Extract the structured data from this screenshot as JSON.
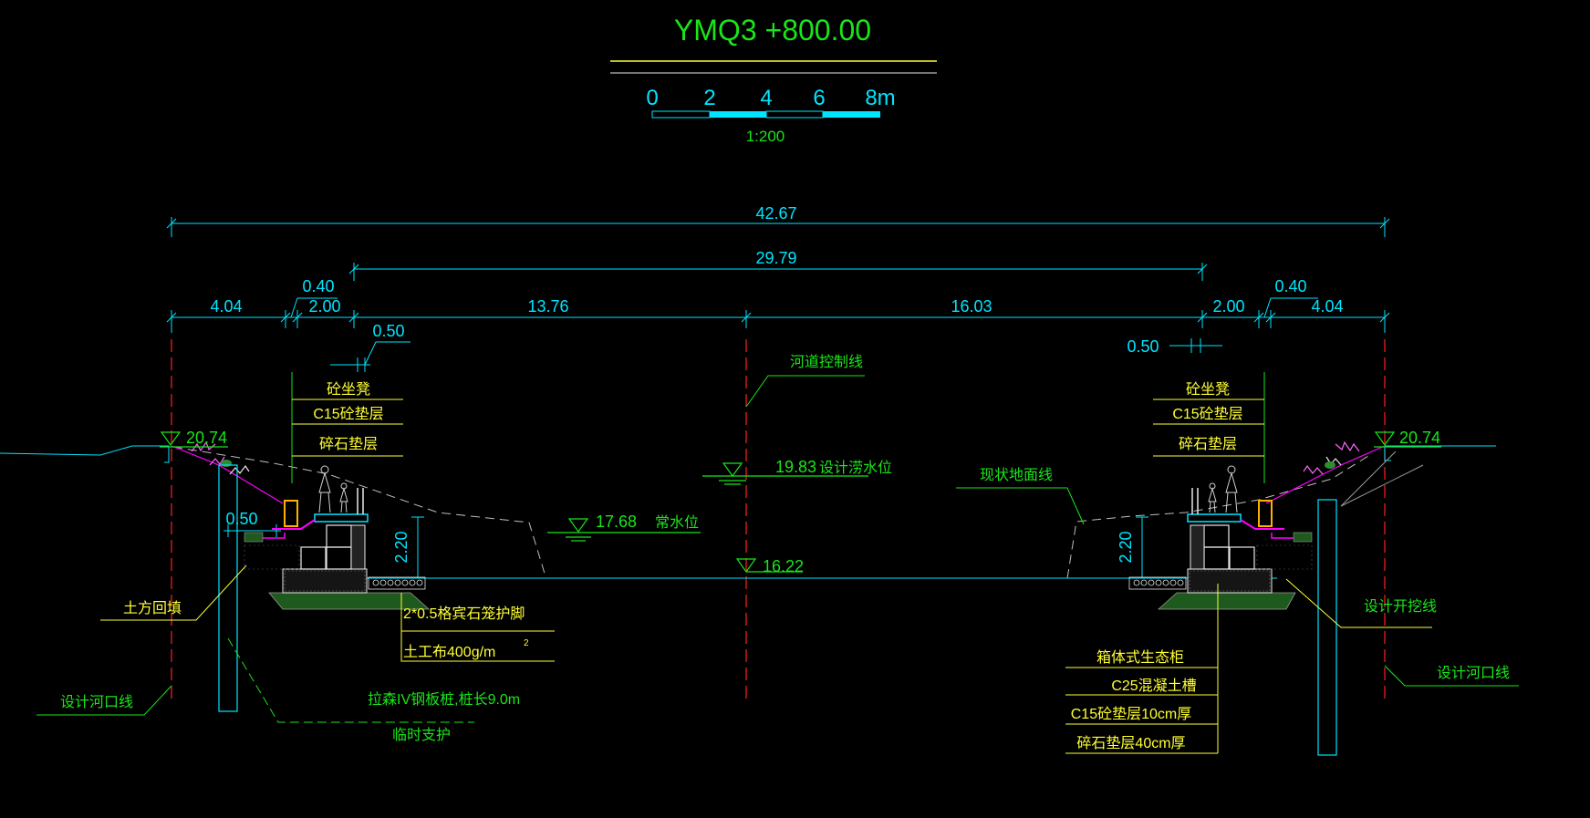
{
  "header": {
    "section_title": "YMQ3 +800.00",
    "scale_ticks": [
      "0",
      "2",
      "4",
      "6",
      "8m"
    ],
    "scale_ratio": "1:200"
  },
  "dimensions": {
    "total_width": "42.67",
    "inner_width": "29.79",
    "left_berm": "4.04",
    "left_top": "0.40",
    "left_wall": "2.00",
    "left_gap": "0.50",
    "left_half_channel": "13.76",
    "right_half_channel": "16.03",
    "right_wall": "2.00",
    "right_top": "0.40",
    "right_berm": "4.04",
    "right_gap": "0.50",
    "left_toe_offset": "0.50",
    "left_depth": "2.20",
    "right_depth": "2.20"
  },
  "elevations": {
    "left_bank": "20.74",
    "right_bank": "20.74",
    "design_flood": "19.83",
    "design_flood_label": "设计涝水位",
    "normal_level": "17.68",
    "normal_label": "常水位",
    "channel_bottom": "16.22"
  },
  "annotations": {
    "river_control_line": "河道控制线",
    "existing_ground_line": "现状地面线",
    "seat_label": "砼坐凳",
    "c15_layer": "C15砼垫层",
    "gravel_layer": "碎石垫层",
    "fill": "土方回填",
    "toe_protection": "2*0.5格宾石笼护脚",
    "geotextile": "土工布400g/m",
    "geotextile_sup": "2",
    "design_bank_line_left": "设计河口线",
    "design_bank_line_right": "设计河口线",
    "steel_pile": "拉森IV钢板桩,桩长9.0m",
    "temp_support": "临时支护",
    "excavation_line": "设计开挖线",
    "box_cabinet": "箱体式生态柜",
    "c25_trough": "C25混凝土槽",
    "c15_10cm": "C15砼垫层10cm厚",
    "gravel_40cm": "碎石垫层40cm厚"
  },
  "colors": {
    "background": "#000000",
    "dimension": "#00e5ff",
    "title": "#19e619",
    "note": "#ffff33",
    "centerline": "#ff2020",
    "structure": "#ffffff",
    "accent": "#ff00ff",
    "wall_cap": "#ffb000"
  }
}
